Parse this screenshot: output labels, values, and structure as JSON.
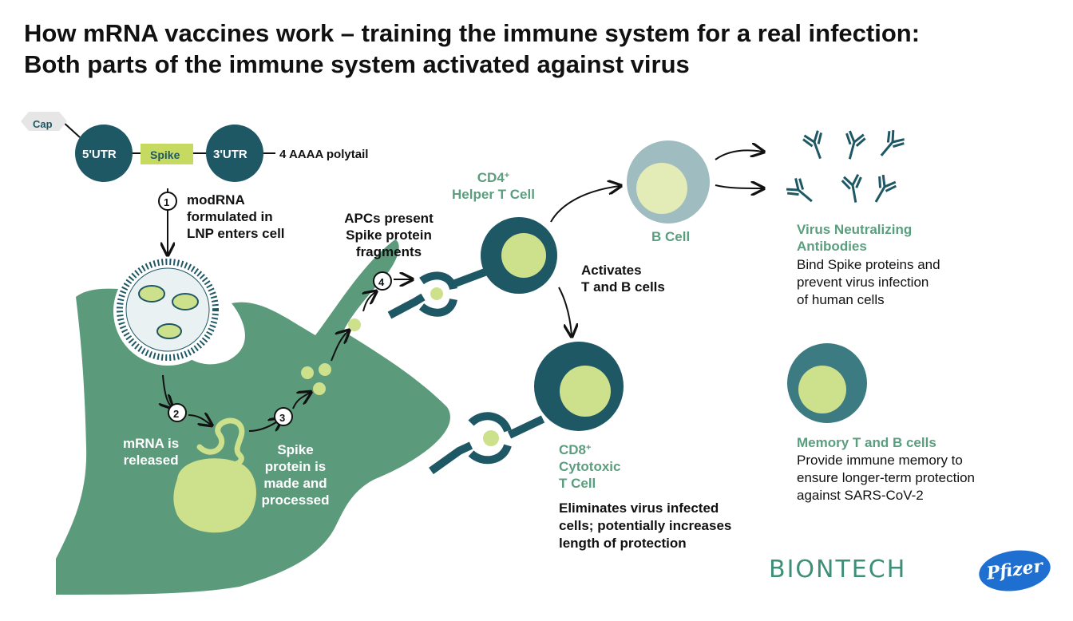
{
  "title": {
    "line1": "How mRNA vaccines work – training the immune system for a real infection:",
    "line2": "Both parts of the immune system activated against virus"
  },
  "mrna_construct": {
    "cap": "Cap",
    "utr5": "5'UTR",
    "spike": "Spike",
    "utr3": "3'UTR",
    "polytail": "4 AAAA polytail"
  },
  "steps": [
    {
      "number": "1",
      "label": "modRNA\nformulated in\nLNP enters cell"
    },
    {
      "number": "2",
      "label": "mRNA is\nreleased"
    },
    {
      "number": "3",
      "label": "Spike\nprotein is\nmade and\nprocessed"
    },
    {
      "number": "4",
      "label": "APCs present\nSpike protein\nfragments"
    }
  ],
  "cells": {
    "cd4": {
      "name": "CD4",
      "sup": "+",
      "subtitle": "Helper T Cell"
    },
    "activates": "Activates\nT and B cells",
    "bcell": "B Cell",
    "cd8": {
      "name": "CD8",
      "sup": "+",
      "line2": "Cytotoxic",
      "line3": "T Cell"
    },
    "cd8_desc": "Eliminates virus infected\ncells; potentially increases\nlength of protection"
  },
  "antibodies": {
    "title": "Virus Neutralizing\nAntibodies",
    "desc": "Bind Spike proteins and\nprevent virus infection\nof human cells"
  },
  "memory": {
    "title": "Memory T and B cells",
    "desc": "Provide immune memory to\nensure longer-term protection\nagainst SARS-CoV-2"
  },
  "logos": {
    "biontech": "BIONTECH",
    "pfizer": "Pfizer"
  },
  "colors": {
    "dark_teal": "#1e5865",
    "cell_green": "#5c9a7c",
    "lime": "#cde08c",
    "bcell_outer": "#9fbcc0",
    "memory_outer": "#3d7b83",
    "label_green": "#5b9e7f"
  }
}
